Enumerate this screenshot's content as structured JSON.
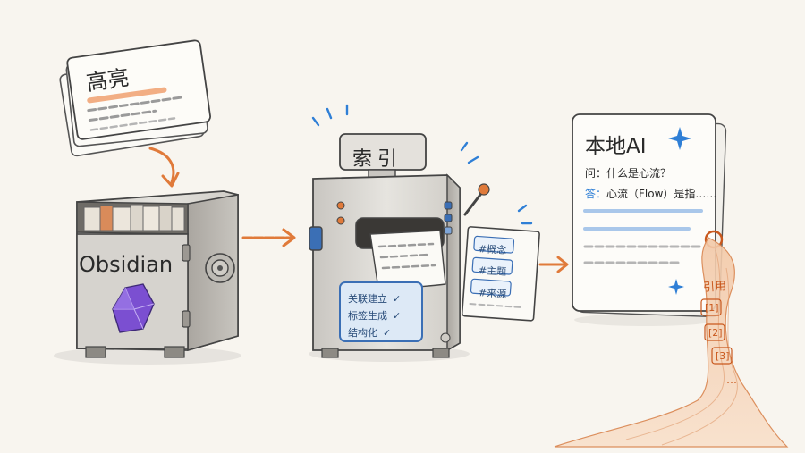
{
  "highlight_card": {
    "title": "高亮"
  },
  "vault": {
    "label": "Obsidian"
  },
  "indexer": {
    "label": "索引",
    "screen_items": [
      "关联建立",
      "标签生成",
      "结构化"
    ],
    "check": "✓",
    "tags": [
      "#概念",
      "#主题",
      "#来源"
    ]
  },
  "ai_doc": {
    "title": "本地AI",
    "question": "问：什么是心流？",
    "answer_prefix": "答：",
    "answer": "心流（Flow）是指……"
  },
  "citations": {
    "title": "引用",
    "items": [
      "[1]",
      "[2]",
      "[3]"
    ],
    "more": "…"
  },
  "colors": {
    "accent_orange": "#e07a3a",
    "accent_blue": "#2f7fd6",
    "obsidian_purple": "#7b4fd1",
    "paper": "#fbfaf6",
    "ink": "#2a2a2a"
  },
  "icons": [
    "sparkle-icon",
    "obsidian-gem-icon",
    "check-icon",
    "arrow-icon"
  ]
}
